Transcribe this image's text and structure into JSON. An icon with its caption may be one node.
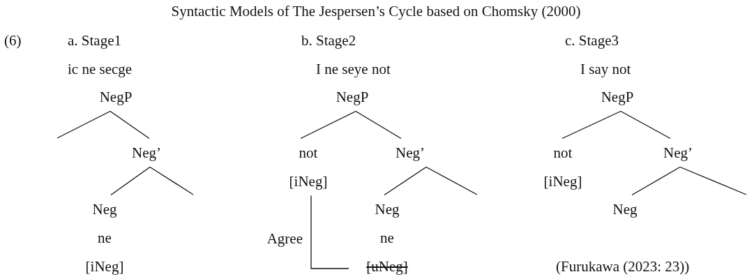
{
  "diagram": {
    "title": "Syntactic Models of The Jespersen’s Cycle based on Chomsky (2000)",
    "nodes": [
      {
        "text": [
          "NegP"
        ]
      },
      {
        "text": [
          "Neg’"
        ]
      },
      {
        "text": [
          "Neg",
          "ne",
          "[iNeg]"
        ]
      },
      {
        "text": [
          "NegP"
        ]
      },
      {
        "text": [
          "not",
          "[iNeg]"
        ]
      },
      {
        "text": [
          "Neg’"
        ]
      },
      {
        "text": [
          "Neg",
          "ne",
          "[uNeg]"
        ]
      },
      {
        "text": [
          "NegP"
        ]
      },
      {
        "text": [
          "not",
          "[iNeg]"
        ]
      },
      {
        "text": [
          "Neg’"
        ]
      },
      {
        "text": [
          "Neg"
        ]
      }
    ],
    "edges": [
      {
        "from": 0,
        "to": null,
        "arrow": "none"
      },
      {
        "from": 0,
        "to": 1,
        "arrow": "none"
      },
      {
        "from": 1,
        "to": 2,
        "arrow": "none"
      },
      {
        "from": 1,
        "to": null,
        "arrow": "none"
      },
      {
        "from": 3,
        "to": 4,
        "arrow": "none"
      },
      {
        "from": 3,
        "to": 5,
        "arrow": "none"
      },
      {
        "from": 5,
        "to": 6,
        "arrow": "none"
      },
      {
        "from": 5,
        "to": null,
        "arrow": "none"
      },
      {
        "from": 4,
        "to": 6,
        "arrow": "none",
        "label": "Agree"
      },
      {
        "from": 7,
        "to": 8,
        "arrow": "none"
      },
      {
        "from": 7,
        "to": 9,
        "arrow": "none"
      },
      {
        "from": 9,
        "to": 10,
        "arrow": "none"
      },
      {
        "from": 9,
        "to": null,
        "arrow": "none"
      }
    ],
    "labels": [
      "(6)",
      "a. Stage1",
      "ic ne secge",
      "b. Stage2",
      "I ne seye not",
      "c. Stage3",
      "I say not",
      "(Furukawa (2023: 23))"
    ]
  }
}
